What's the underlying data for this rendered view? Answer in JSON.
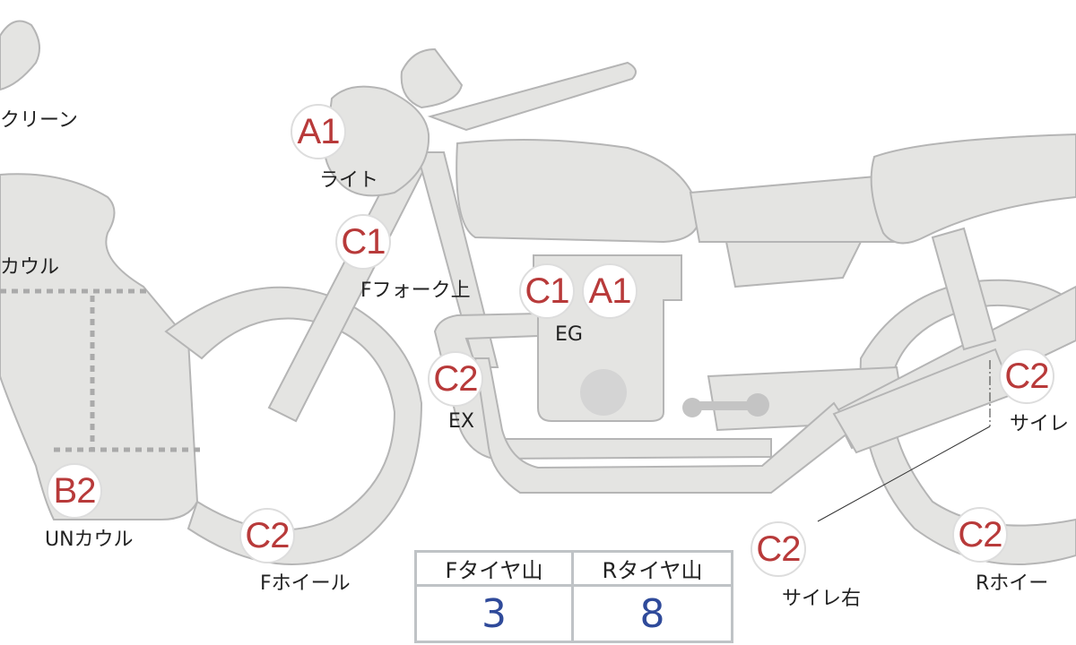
{
  "labels": {
    "screen": "クリーン",
    "cowl": "カウル",
    "light": "ライト",
    "front_fork_upper": "Fフォーク上",
    "engine": "EG",
    "exhaust": "EX",
    "under_cowl": "UNカウル",
    "front_wheel": "Fホイール",
    "muffler_right": "サイレ右",
    "rear_wheel": "Rホイー",
    "muffler_left": "サイレ"
  },
  "grades": {
    "light": "A1",
    "front_fork_upper": "C1",
    "engine_1": "C1",
    "engine_2": "A1",
    "exhaust": "C2",
    "under_cowl": "B2",
    "front_wheel": "C2",
    "muffler_right": "C2",
    "rear_wheel": "C2",
    "muffler_left": "C2"
  },
  "tire_table": {
    "front_header": "Fタイヤ山",
    "rear_header": "Rタイヤ山",
    "front_value": "3",
    "rear_value": "8"
  },
  "colors": {
    "grade_text": "#b83a3a",
    "value_text": "#2f4a9a",
    "part_fill": "#e4e4e2"
  }
}
